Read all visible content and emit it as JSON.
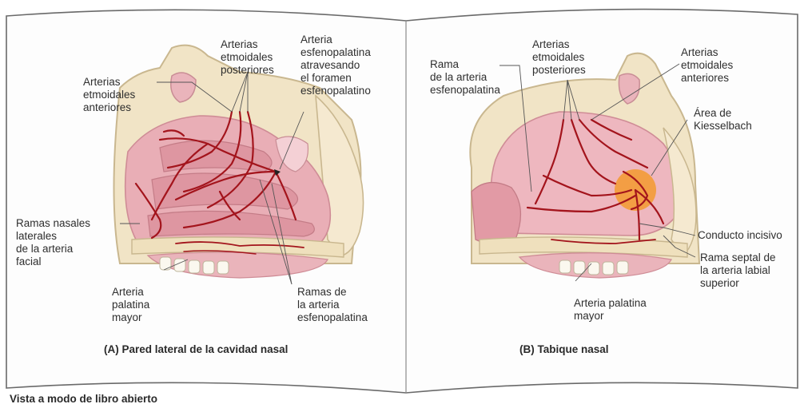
{
  "colors": {
    "mucosa": "#eab4bb",
    "mucosa_dark": "#d88993",
    "cavity": "#f5d0d4",
    "bone": "#f1e4c6",
    "bone_edge": "#c9b78f",
    "artery": "#a3141c",
    "kiesselbach": "#f39a2e",
    "leader": "#555555",
    "frame": "#666666"
  },
  "panel_a": {
    "caption": "(A) Pared lateral de la cavidad nasal",
    "labels": {
      "ant_ethmoid": "Arterias\netmoidales\nanteriores",
      "post_ethmoid": "Arterias\netmoidales\nposteriores",
      "sphenopalatine_foramen": "Arteria\nesfenopalatina\natravesando\nel foramen\nesfenopalatino",
      "lateral_nasal": "Ramas nasales\nlaterales\nde la arteria\nfacial",
      "greater_palatine": "Arteria\npalatina\nmayor",
      "sphenopalatine_branches": "Ramas de\nla arteria\nesfenopalatina"
    }
  },
  "panel_b": {
    "caption": "(B) Tabique nasal",
    "labels": {
      "sphenopalatine_branch": "Rama\nde la arteria\nesfenopalatina",
      "post_ethmoid": "Arterias\netmoidales\nposteriores",
      "ant_ethmoid": "Arterias\netmoidales\nanteriores",
      "kiesselbach": "Área de\nKiesselbach",
      "incisive_canal": "Conducto incisivo",
      "septal_branch": "Rama septal de\nla arteria labial\nsuperior",
      "greater_palatine": "Arteria palatina\nmayor"
    }
  },
  "footer": "Vista a modo de libro abierto"
}
